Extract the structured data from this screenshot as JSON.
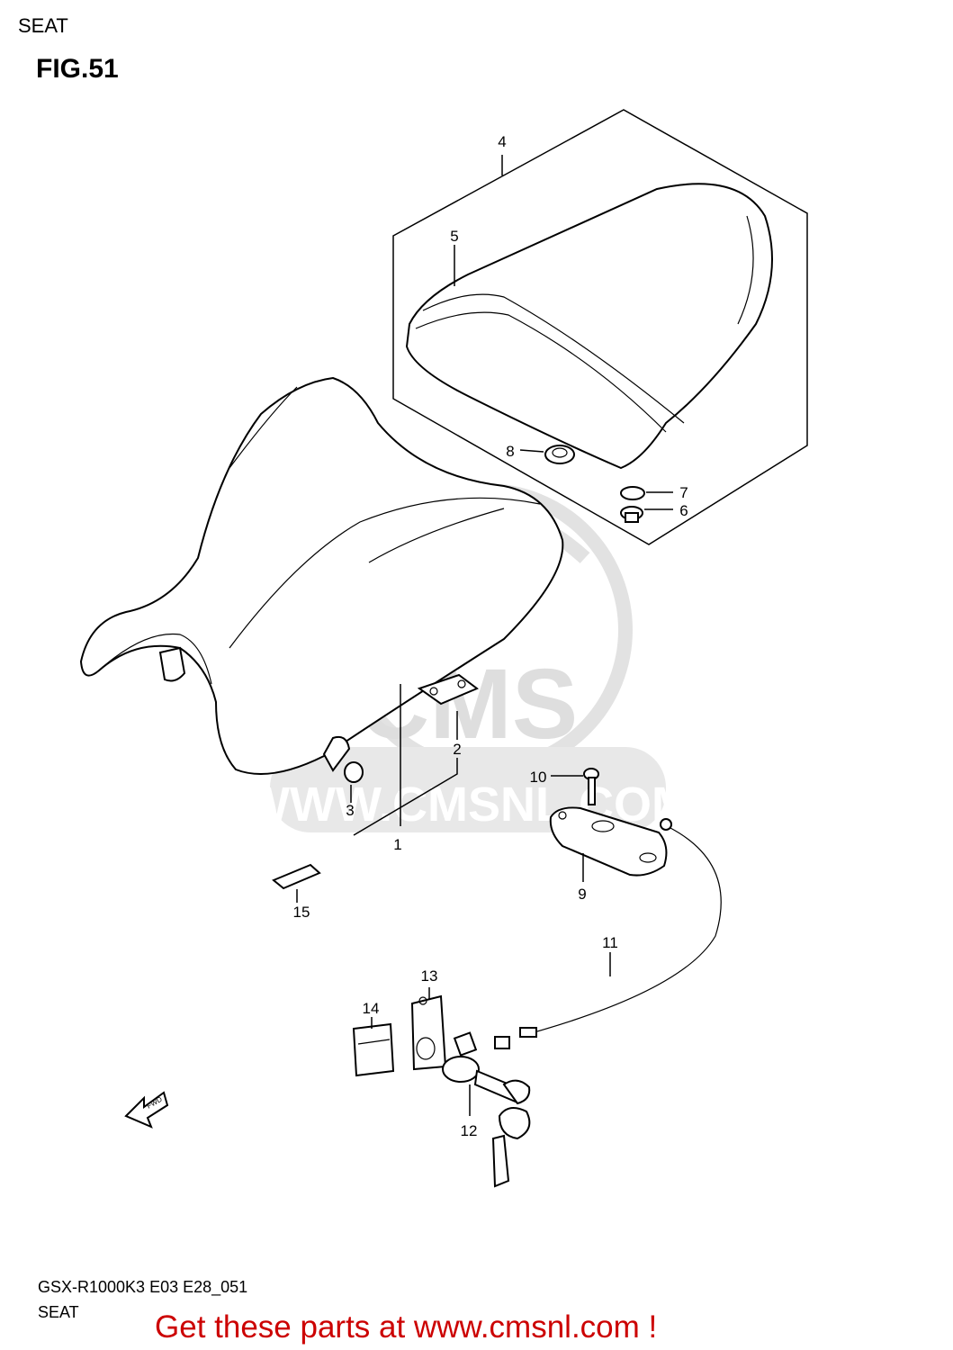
{
  "header": {
    "section": "SEAT",
    "figure": "FIG.51"
  },
  "watermark": {
    "text": "WWW.CMSNL.COM",
    "logo_text": "CMS"
  },
  "callouts": [
    "1",
    "2",
    "3",
    "4",
    "5",
    "6",
    "7",
    "8",
    "9",
    "10",
    "11",
    "12",
    "13",
    "14",
    "15"
  ],
  "direction": {
    "label": "FWD"
  },
  "footer": {
    "code": "GSX-R1000K3 E03 E28_051",
    "title": "SEAT",
    "cta": "Get these parts at www.cmsnl.com !"
  },
  "colors": {
    "cta": "#cc0000",
    "watermark": "#e2e2e2",
    "line": "#000000"
  }
}
